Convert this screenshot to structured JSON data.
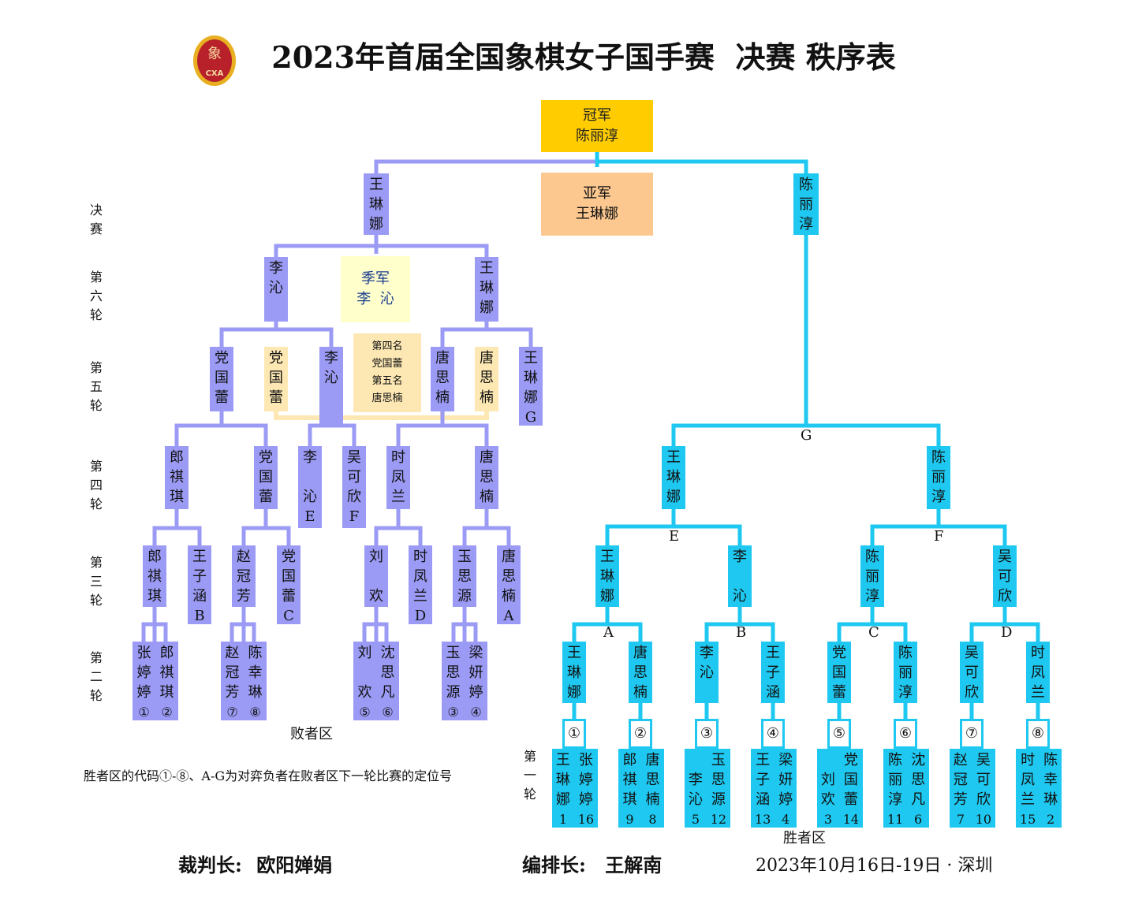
{
  "title": "2023年首届全国象棋女子国手赛  决赛 秩序表",
  "logo": {
    "text": "CXA"
  },
  "champion": {
    "title": "冠军",
    "name": "陈丽淳"
  },
  "runner_up": {
    "title": "亚军",
    "name": "王琳娜"
  },
  "third": {
    "title": "季军",
    "name": "李  沁"
  },
  "fourth_fifth": {
    "fourth_title": "第四名",
    "fourth_name": "党国蕾",
    "fifth_title": "第五名",
    "fifth_name": "唐思楠"
  },
  "round_labels": [
    {
      "lines": [
        "决",
        "赛"
      ]
    },
    {
      "lines": [
        "第",
        "六",
        "轮"
      ]
    },
    {
      "lines": [
        "第",
        "五",
        "轮"
      ]
    },
    {
      "lines": [
        "第",
        "四",
        "轮"
      ]
    },
    {
      "lines": [
        "第",
        "三",
        "轮"
      ]
    },
    {
      "lines": [
        "第",
        "二",
        "轮"
      ]
    },
    {
      "lines": [
        "第",
        "一",
        "轮"
      ]
    }
  ],
  "losers_area": "败者区",
  "winners_area": "胜者区",
  "note": "胜者区的代码①-⑧、A-G为对弈负者在败者区下一轮比赛的定位号",
  "referee": {
    "label": "裁判长:",
    "name": "欧阳婵娟"
  },
  "scheduler": {
    "label": "编排长:",
    "name": "王解南"
  },
  "date_place": "2023年10月16日-19日 · 深圳",
  "final_left": [
    "王",
    "琳",
    "娜"
  ],
  "final_right": [
    "陈",
    "丽",
    "淳"
  ],
  "r6_left": [
    "李",
    "沁"
  ],
  "r6_right": [
    "王",
    "琳",
    "娜"
  ],
  "r5": [
    [
      "党",
      "国",
      "蕾"
    ],
    [
      "党",
      "国",
      "蕾"
    ],
    [
      "李",
      "沁"
    ],
    [
      "唐",
      "思",
      "楠"
    ],
    [
      "唐",
      "思",
      "楠"
    ],
    [
      "王",
      "琳",
      "娜",
      "G"
    ]
  ],
  "r4_losers": [
    [
      "郎",
      "祺",
      "琪"
    ],
    [
      "党",
      "国",
      "蕾"
    ],
    [
      "李",
      "",
      "沁",
      "E"
    ],
    [
      "吴",
      "可",
      "欣",
      "F"
    ],
    [
      "时",
      "凤",
      "兰"
    ],
    [
      "唐",
      "思",
      "楠"
    ]
  ],
  "r3_losers": [
    [
      "郎",
      "祺",
      "琪"
    ],
    [
      "王",
      "子",
      "涵",
      "B"
    ],
    [
      "赵",
      "冠",
      "芳"
    ],
    [
      "党",
      "国",
      "蕾",
      "C"
    ],
    [
      "刘",
      "",
      "欢"
    ],
    [
      "时",
      "凤",
      "兰",
      "D"
    ],
    [
      "玉",
      "思",
      "源"
    ],
    [
      "唐",
      "思",
      "楠",
      "A"
    ]
  ],
  "r2_losers": [
    {
      "a": [
        "张",
        "婷",
        "婷",
        "①"
      ],
      "b": [
        "郎",
        "祺",
        "琪",
        "②"
      ]
    },
    {
      "a": [
        "赵",
        "冠",
        "芳",
        "⑦"
      ],
      "b": [
        "陈",
        "幸",
        "琳",
        "⑧"
      ]
    },
    {
      "a": [
        "刘",
        "",
        "欢",
        "⑤"
      ],
      "b": [
        "沈",
        "思",
        "凡",
        "⑥"
      ]
    },
    {
      "a": [
        "玉",
        "思",
        "源",
        "③"
      ],
      "b": [
        "梁",
        "妍",
        "婷",
        "④"
      ]
    }
  ],
  "win_g": "G",
  "win_r4": [
    [
      "王",
      "琳",
      "娜"
    ],
    [
      "陈",
      "丽",
      "淳"
    ]
  ],
  "win_ef": [
    "E",
    "F"
  ],
  "win_r3": [
    [
      "王",
      "琳",
      "娜"
    ],
    [
      "李",
      "",
      "沁"
    ],
    [
      "陈",
      "丽",
      "淳"
    ],
    [
      "吴",
      "可",
      "欣"
    ]
  ],
  "win_abcd": [
    "A",
    "B",
    "C",
    "D"
  ],
  "win_r2": [
    [
      "王",
      "琳",
      "娜"
    ],
    [
      "唐",
      "思",
      "楠"
    ],
    [
      "李",
      "沁"
    ],
    [
      "王",
      "子",
      "涵"
    ],
    [
      "党",
      "国",
      "蕾"
    ],
    [
      "陈",
      "丽",
      "淳"
    ],
    [
      "吴",
      "可",
      "欣"
    ],
    [
      "时",
      "凤",
      "兰"
    ]
  ],
  "win_codes": [
    "①",
    "②",
    "③",
    "④",
    "⑤",
    "⑥",
    "⑦",
    "⑧"
  ],
  "win_r1": [
    {
      "a": [
        "王",
        "琳",
        "娜",
        "1"
      ],
      "b": [
        "张",
        "婷",
        "婷",
        "16"
      ]
    },
    {
      "a": [
        "郎",
        "祺",
        "琪",
        "9"
      ],
      "b": [
        "唐",
        "思",
        "楠",
        "8"
      ]
    },
    {
      "a": [
        "",
        "李",
        "沁",
        "5"
      ],
      "b": [
        "玉",
        "思",
        "源",
        "12"
      ]
    },
    {
      "a": [
        "王",
        "子",
        "涵",
        "13"
      ],
      "b": [
        "梁",
        "妍",
        "婷",
        "4"
      ]
    },
    {
      "a": [
        "",
        "刘",
        "欢",
        "3"
      ],
      "b": [
        "党",
        "国",
        "蕾",
        "14"
      ]
    },
    {
      "a": [
        "陈",
        "丽",
        "淳",
        "11"
      ],
      "b": [
        "沈",
        "思",
        "凡",
        "6"
      ]
    },
    {
      "a": [
        "赵",
        "冠",
        "芳",
        "7"
      ],
      "b": [
        "吴",
        "可",
        "欣",
        "10"
      ]
    },
    {
      "a": [
        "时",
        "凤",
        "兰",
        "15"
      ],
      "b": [
        "陈",
        "幸",
        "琳",
        "2"
      ]
    }
  ],
  "colors": {
    "losers": "#9b9bf5",
    "winners": "#1ec8f0",
    "champion": "#ffcc00",
    "runner_up": "#fcc890",
    "third": "#ffffcc",
    "ranks": "#fde8b4",
    "logo": "#c0392b"
  }
}
